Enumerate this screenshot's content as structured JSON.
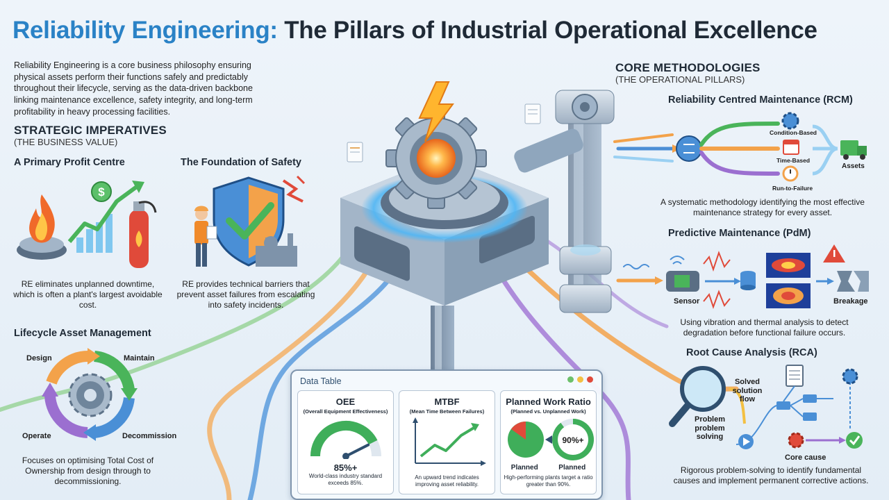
{
  "header": {
    "title_accent": "Reliability Engineering:",
    "title_rest": "The Pillars of Industrial Operational Excellence"
  },
  "intro": "Reliability Engineering is a core business philosophy ensuring physical assets perform their functions safely and predictably throughout their lifecycle, serving as the data-driven backbone linking maintenance excellence, safety integrity, and long-term profitability in heavy processing facilities.",
  "strategic": {
    "heading": "STRATEGIC IMPERATIVES",
    "subheading": "(THE BUSINESS VALUE)",
    "profit": {
      "title": "A Primary Profit Centre",
      "caption": "RE eliminates unplanned downtime, which is often a plant's largest avoidable cost.",
      "dollar": "$"
    },
    "safety": {
      "title": "The Foundation of Safety",
      "caption": "RE provides technical barriers that prevent asset failures from escalating into safety incidents."
    },
    "lifecycle": {
      "title": "Lifecycle Asset Management",
      "stages": [
        "Design",
        "Maintain",
        "Operate",
        "Decommission"
      ],
      "caption": "Focuses on optimising Total Cost of Ownership from design through to decommissioning."
    }
  },
  "core": {
    "heading": "CORE METHODOLOGIES",
    "subheading": "(THE OPERATIONAL PILLARS)",
    "rcm": {
      "title": "Reliability Centred Maintenance (RCM)",
      "labels": [
        "Condition-Based",
        "Time-Based",
        "Run-to-Failure"
      ],
      "assets_label": "Assets",
      "caption": "A systematic methodology identifying the most effective maintenance strategy for every asset."
    },
    "pdm": {
      "title": "Predictive Maintenance (PdM)",
      "sensor_label": "Sensor",
      "breakage_label": "Breakage",
      "caption": "Using vibration and thermal analysis to detect degradation before functional failure occurs."
    },
    "rca": {
      "title": "Root Cause Analysis (RCA)",
      "problem_label": "Problem problem solving",
      "solved_label": "Solved solution flow",
      "core_label": "Core cause",
      "caption": "Rigorous problem-solving to identify fundamental causes and implement permanent corrective actions."
    }
  },
  "data_table": {
    "title": "Data Table",
    "cards": [
      {
        "title": "OEE",
        "subtitle": "(Overall Equipment Effectiveness)",
        "value": "85%+",
        "desc": "World-class industry standard exceeds 85%."
      },
      {
        "title": "MTBF",
        "subtitle": "(Mean Time Between Failures)",
        "desc": "An upward trend indicates improving asset reliability."
      },
      {
        "title": "Planned Work Ratio",
        "subtitle": "(Planned vs. Unplanned Work)",
        "pct": "90%+",
        "label_left": "Planned",
        "label_right": "Planned",
        "desc": "High-performing plants target a ratio greater than 90%."
      }
    ]
  },
  "colors": {
    "accent_blue": "#2a82c6",
    "pipe_green": "#6cc06a",
    "pipe_orange": "#f3a24a",
    "pipe_purple": "#9b6fd0",
    "pipe_blue": "#4c8fd6",
    "gauge_green": "#3fae5a",
    "alert_red": "#e04a3a"
  },
  "icons": [
    "lightning-icon",
    "gear-icon",
    "dollar-icon",
    "fire-extinguisher-icon",
    "shield-check-icon",
    "worker-icon",
    "factory-icon",
    "sensor-icon",
    "database-icon",
    "heatmap-icon",
    "warning-icon",
    "truck-icon",
    "calendar-icon",
    "clock-icon",
    "magnifier-icon",
    "document-icon",
    "play-icon",
    "check-icon"
  ]
}
